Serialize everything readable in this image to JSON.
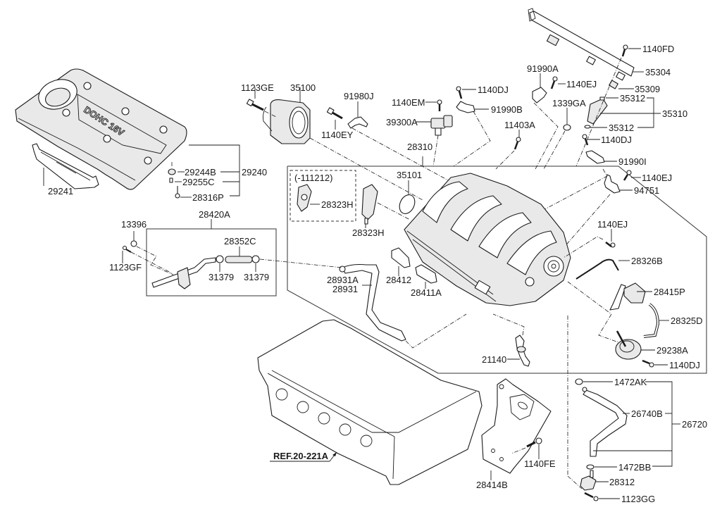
{
  "diagram": {
    "title_hidden": "Intake Manifold Parts Diagram",
    "colors": {
      "line": "#1a1a1a",
      "background": "#ffffff",
      "fill": "#e9e9e9"
    },
    "engine_cover_text": "DOHC 16V",
    "reference": "REF.20-221A",
    "variant_note": "(-111212)",
    "labels": {
      "p1140FD": "1140FD",
      "p35304": "35304",
      "p35309": "35309",
      "p35312a": "35312",
      "p35310": "35310",
      "p35312b": "35312",
      "p91990A": "91990A",
      "p1140EJa": "1140EJ",
      "p1339GA": "1339GA",
      "p11403A": "11403A",
      "p1140DJa": "1140DJ",
      "p91990I": "91990I",
      "p1140EJb": "1140EJ",
      "p94751": "94751",
      "p1140DJtop": "1140DJ",
      "p91990B": "91990B",
      "p1140EM": "1140EM",
      "p39300A": "39300A",
      "p91980J": "91980J",
      "p1140EY": "1140EY",
      "p1123GE": "1123GE",
      "p35100": "35100",
      "p28310": "28310",
      "p35101": "35101",
      "p28323Ha": "28323H",
      "p28323Hb": "28323H",
      "p28412": "28412",
      "p28411A": "28411A",
      "p28931A": "28931A",
      "p28931": "28931",
      "p29244B": "29244B",
      "p29255C": "29255C",
      "p28316P": "28316P",
      "p29240": "29240",
      "p29241": "29241",
      "p28420A": "28420A",
      "p13396": "13396",
      "p1123GF": "1123GF",
      "p28352C": "28352C",
      "p31379a": "31379",
      "p31379b": "31379",
      "p1140EJc": "1140EJ",
      "p28326B": "28326B",
      "p28415P": "28415P",
      "p28325D": "28325D",
      "p29238A": "29238A",
      "p1140DJb": "1140DJ",
      "p21140": "21140",
      "p1472AK": "1472AK",
      "p26740B": "26740B",
      "p26720": "26720",
      "p1472BB": "1472BB",
      "p28312": "28312",
      "p1123GG": "1123GG",
      "p1140FE": "1140FE",
      "p28414B": "28414B"
    }
  }
}
